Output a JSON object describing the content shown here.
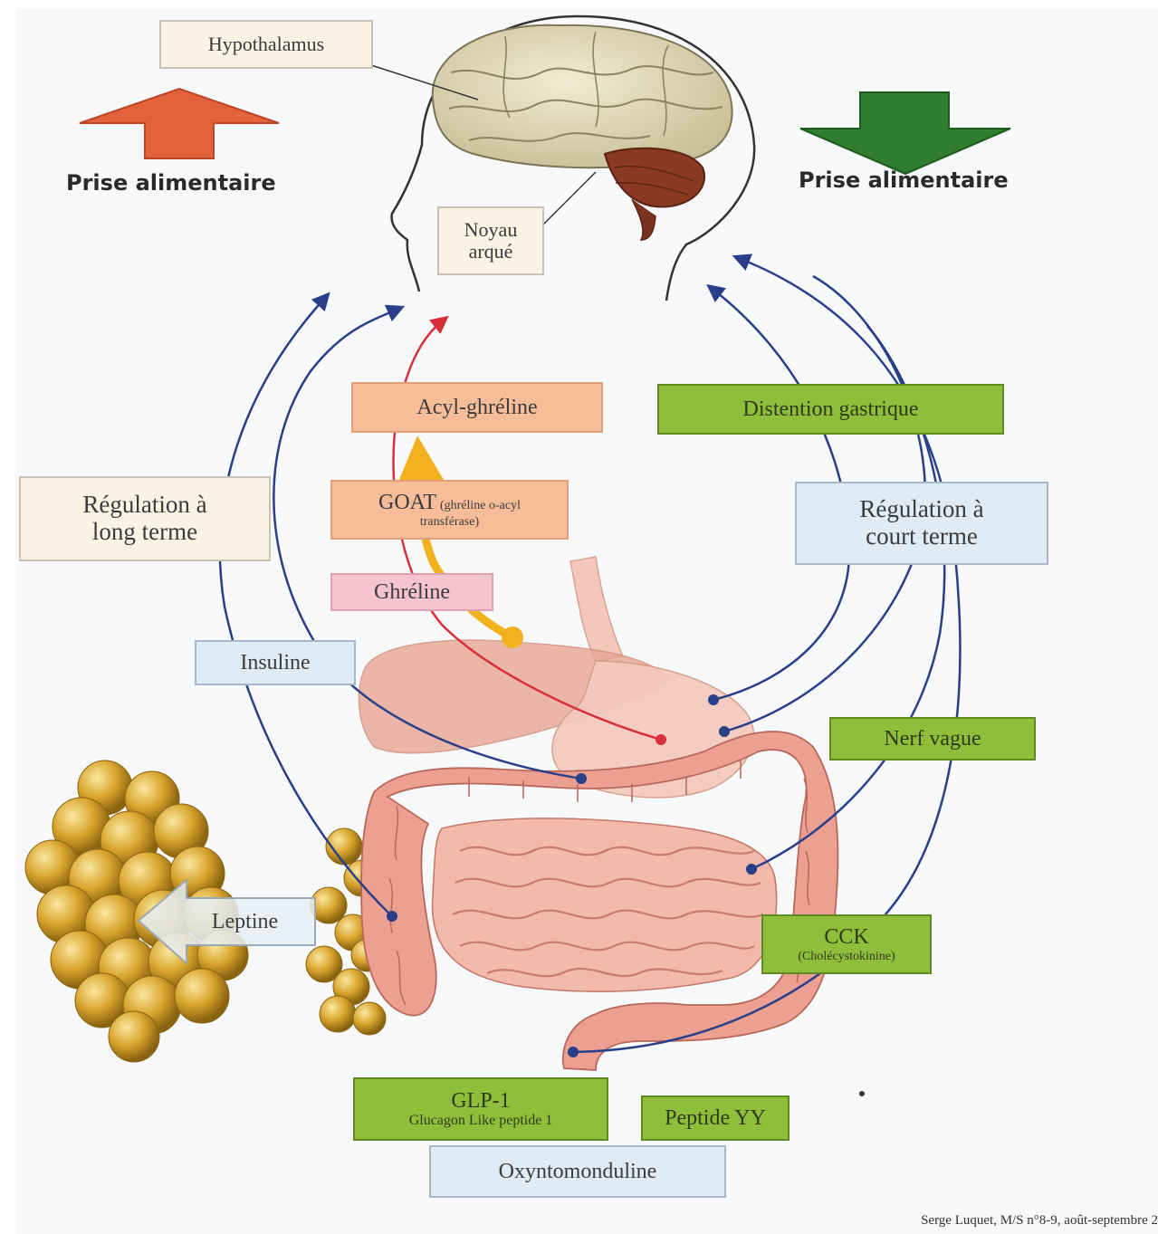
{
  "titles": {
    "increase": "Prise alimentaire",
    "decrease": "Prise alimentaire"
  },
  "brain_labels": {
    "hypothalamus": "Hypothalamus",
    "noyau_line1": "Noyau",
    "noyau_line2": "arqué"
  },
  "hormones": {
    "acyl_ghreline": "Acyl-ghréline",
    "goat_main": "GOAT",
    "goat_detail_1": "(ghréline o-acyl",
    "goat_detail_2": "transférase)",
    "ghreline": "Ghréline",
    "insuline": "Insuline",
    "leptine": "Leptine",
    "distention": "Distention gastrique",
    "nerf_vague": "Nerf vague",
    "cck": "CCK",
    "cck_full": "(Cholécystokinine)",
    "glp1": "GLP-1",
    "glp1_full": "Glucagon Like peptide 1",
    "peptide_yy": "Peptide YY",
    "oxyntomodulin": "Oxyntomonduline"
  },
  "regulation": {
    "long_1": "Régulation à",
    "long_2": "long terme",
    "short_1": "Régulation à",
    "short_2": "court terme"
  },
  "credit": "Serge Luquet, M/S n°8-9, août-septembre 2",
  "colors": {
    "arrow_up": "#e4623a",
    "arrow_down": "#2f7d2f",
    "pathway_blue": "#2a3f8a",
    "pathway_red": "#d8303a",
    "ghrelin_flow": "#f2b21e",
    "fat": "#d9a52e",
    "gut": "#efa08e"
  }
}
